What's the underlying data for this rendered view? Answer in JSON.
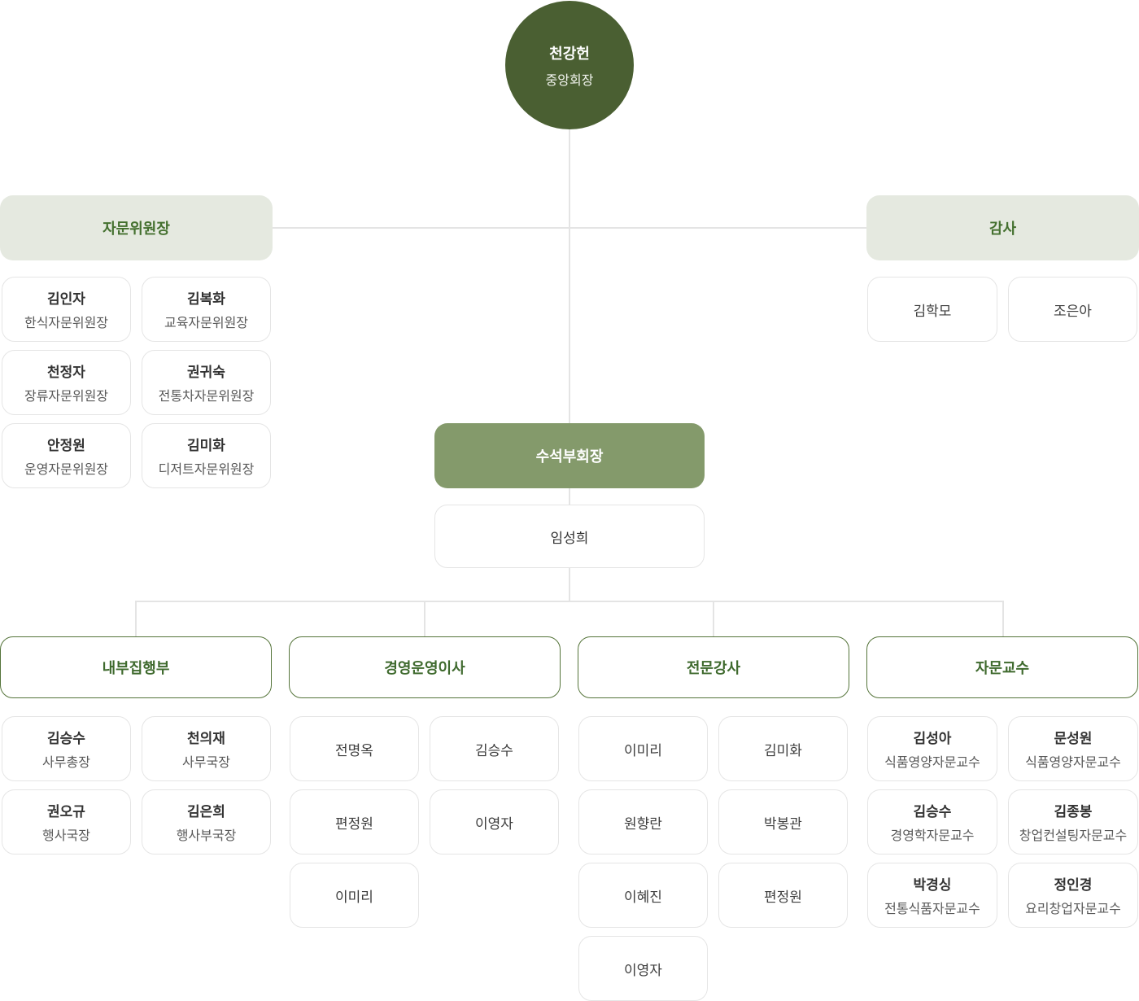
{
  "chairman": {
    "name": "천강헌",
    "title": "중앙회장"
  },
  "advisory": {
    "title": "자문위원장",
    "members": [
      {
        "name": "김인자",
        "title": "한식자문위원장"
      },
      {
        "name": "김복화",
        "title": "교육자문위원장"
      },
      {
        "name": "천정자",
        "title": "장류자문위원장"
      },
      {
        "name": "권귀숙",
        "title": "전통차자문위원장"
      },
      {
        "name": "안정원",
        "title": "운영자문위원장"
      },
      {
        "name": "김미화",
        "title": "디저트자문위원장"
      }
    ]
  },
  "audit": {
    "title": "감사",
    "members": [
      {
        "name": "김학모"
      },
      {
        "name": "조은아"
      }
    ]
  },
  "vice_chair": {
    "title": "수석부회장",
    "member": {
      "name": "임성희"
    }
  },
  "departments": [
    {
      "title": "내부집행부",
      "members": [
        {
          "name": "김승수",
          "title": "사무총장"
        },
        {
          "name": "천의재",
          "title": "사무국장"
        },
        {
          "name": "권오규",
          "title": "행사국장"
        },
        {
          "name": "김은희",
          "title": "행사부국장"
        }
      ]
    },
    {
      "title": "경영운영이사",
      "members": [
        {
          "name": "전명옥"
        },
        {
          "name": "김승수"
        },
        {
          "name": "편정원"
        },
        {
          "name": "이영자"
        },
        {
          "name": "이미리"
        }
      ]
    },
    {
      "title": "전문강사",
      "members": [
        {
          "name": "이미리"
        },
        {
          "name": "김미화"
        },
        {
          "name": "원향란"
        },
        {
          "name": "박봉관"
        },
        {
          "name": "이혜진"
        },
        {
          "name": "편정원"
        },
        {
          "name": "이영자"
        }
      ]
    },
    {
      "title": "자문교수",
      "members": [
        {
          "name": "김성아",
          "title": "식품영양자문교수"
        },
        {
          "name": "문성원",
          "title": "식품영양자문교수"
        },
        {
          "name": "김승수",
          "title": "경영학자문교수"
        },
        {
          "name": "김종봉",
          "title": "창업컨설팅자문교수"
        },
        {
          "name": "박경싱",
          "title": "전통식품자문교수"
        },
        {
          "name": "정인경",
          "title": "요리창업자문교수"
        }
      ]
    }
  ],
  "colors": {
    "circle_bg": "#4a5f32",
    "band_bg": "#e5e9e0",
    "band_text": "#44702f",
    "vice_bg": "#849a6b",
    "dept_border": "#55743a",
    "dept_text": "#3f6a2e",
    "line": "#e4e4e4",
    "card_border": "#e5e5e5",
    "name_text": "#333333",
    "title_text": "#595959"
  }
}
